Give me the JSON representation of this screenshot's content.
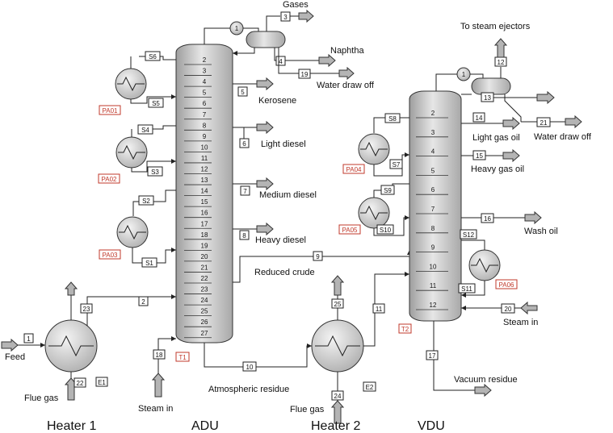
{
  "labels": {
    "gases": "Gases",
    "naphtha": "Naphtha",
    "water_draw_off_adu": "Water draw off",
    "kerosene": "Kerosene",
    "light_diesel": "Light diesel",
    "medium_diesel": "Medium diesel",
    "heavy_diesel": "Heavy diesel",
    "reduced_crude": "Reduced crude",
    "feed": "Feed",
    "flue_gas_1": "Flue gas",
    "steam_in_adu": "Steam in",
    "atmospheric_residue": "Atmospheric residue",
    "flue_gas_2": "Flue gas",
    "to_steam_ejectors": "To steam ejectors",
    "light_gas_oil": "Light gas oil",
    "water_draw_off_vdu": "Water draw off",
    "heavy_gas_oil": "Heavy gas oil",
    "wash_oil": "Wash oil",
    "steam_in_vdu": "Steam in",
    "vacuum_residue": "Vacuum residue"
  },
  "titles": {
    "heater1": "Heater 1",
    "adu": "ADU",
    "heater2": "Heater 2",
    "vdu": "VDU"
  },
  "adu_trays": [
    "2",
    "3",
    "4",
    "5",
    "6",
    "7",
    "8",
    "9",
    "10",
    "11",
    "12",
    "13",
    "14",
    "15",
    "16",
    "17",
    "18",
    "19",
    "20",
    "21",
    "22",
    "23",
    "24",
    "25",
    "26",
    "27"
  ],
  "vdu_trays": [
    "2",
    "3",
    "4",
    "5",
    "6",
    "7",
    "8",
    "9",
    "10",
    "11",
    "12"
  ],
  "equipment_tags": {
    "pa01": "PA01",
    "pa02": "PA02",
    "pa03": "PA03",
    "pa04": "PA04",
    "pa05": "PA05",
    "pa06": "PA06",
    "t1": "T1",
    "t2": "T2"
  },
  "unit_tags": {
    "e1": "E1",
    "e2": "E2"
  },
  "condenser_labels": {
    "adu": "1",
    "vdu": "1"
  },
  "streams": {
    "s1": "1",
    "s2": "2",
    "s3": "3",
    "s4": "4",
    "s5": "5",
    "s6": "6",
    "s7": "7",
    "s8": "8",
    "s9": "9",
    "s10": "10",
    "s11": "11",
    "s12": "12",
    "s13": "13",
    "s14": "14",
    "s15": "15",
    "s16": "16",
    "s17": "17",
    "s18": "18",
    "s19": "19",
    "s20": "20",
    "s21": "21",
    "s22": "22",
    "s23": "23",
    "s24": "24",
    "s25": "25"
  },
  "pa_streams": {
    "S1": "S1",
    "S2": "S2",
    "S3": "S3",
    "S4": "S4",
    "S5": "S5",
    "S6": "S6",
    "S7": "S7",
    "S8": "S8",
    "S9": "S9",
    "S10": "S10",
    "S11": "S11",
    "S12": "S12"
  },
  "colors": {
    "vessel_fill": "#c8c8c8",
    "arrow_fill": "#b4b4b4",
    "tag_red": "#c0392b",
    "line": "#222222"
  }
}
